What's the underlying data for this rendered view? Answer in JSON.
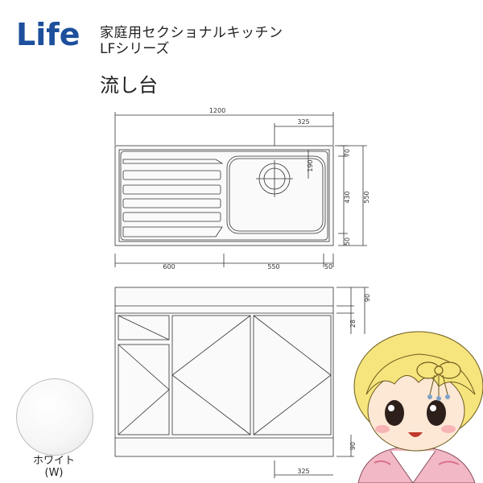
{
  "brand": {
    "logo_text": "Life",
    "logo_color": "#1d4f9c"
  },
  "header": {
    "series_line1": "家庭用セクショナルキッチン",
    "series_line2": "LFシリーズ",
    "product_name": "流し台"
  },
  "top_view_dims": {
    "overall_width": "1200",
    "sink_offset": "325",
    "drain_offset": "190",
    "depth_front": "70",
    "depth_mid": "430",
    "depth_back": "50",
    "depth_total": "550",
    "width_left": "600",
    "width_mid": "550",
    "width_right": "50"
  },
  "front_view_dims": {
    "counter_h": "90",
    "drawer_gap": "28",
    "plinth_h": "90",
    "bottom_offset": "325"
  },
  "color_option": {
    "name": "ホワイト",
    "code": "(W)",
    "hex": "#f4f4f4"
  }
}
